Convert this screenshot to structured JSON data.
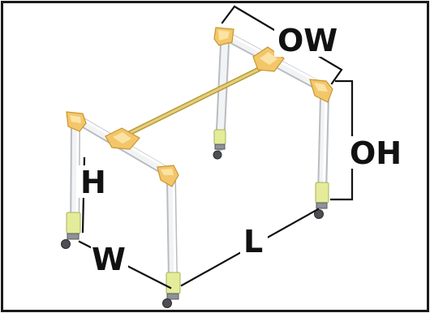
{
  "diagram": {
    "labels": {
      "overall_width": "OW",
      "overall_height": "OH",
      "height": "H",
      "width": "W",
      "length": "L"
    },
    "colors": {
      "frame_outline": "#1a1a1a",
      "tube": "#f2f3f4",
      "bracket": "#f3c66a",
      "rod": "#e6cf7c",
      "sleeve": "#e4ec9a",
      "dimension_lines": "#111111"
    }
  }
}
